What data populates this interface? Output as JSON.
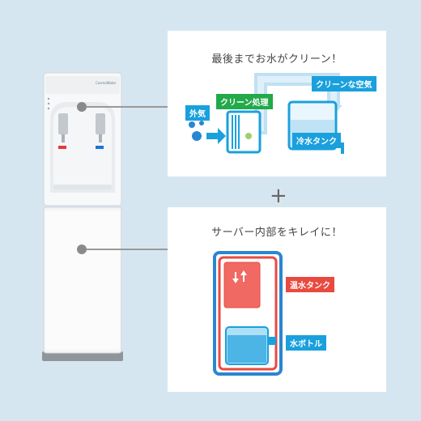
{
  "panels": {
    "top": {
      "title": "最後までお水がクリーン！",
      "labels": {
        "outside_air": "外気",
        "clean_process": "クリーン処理",
        "clean_air": "クリーンな空気",
        "cold_tank": "冷水タンク"
      }
    },
    "bottom": {
      "title": "サーバー内部をキレイに！",
      "labels": {
        "hot_tank": "温水タンク",
        "water_bottle": "水ボトル"
      }
    }
  },
  "plus_sign": "+",
  "product": {
    "brand": "CosmoWater"
  },
  "colors": {
    "background": "#d6e6f1",
    "blue": "#1aa0dd",
    "green": "#22a94a",
    "red": "#e94a3f"
  }
}
